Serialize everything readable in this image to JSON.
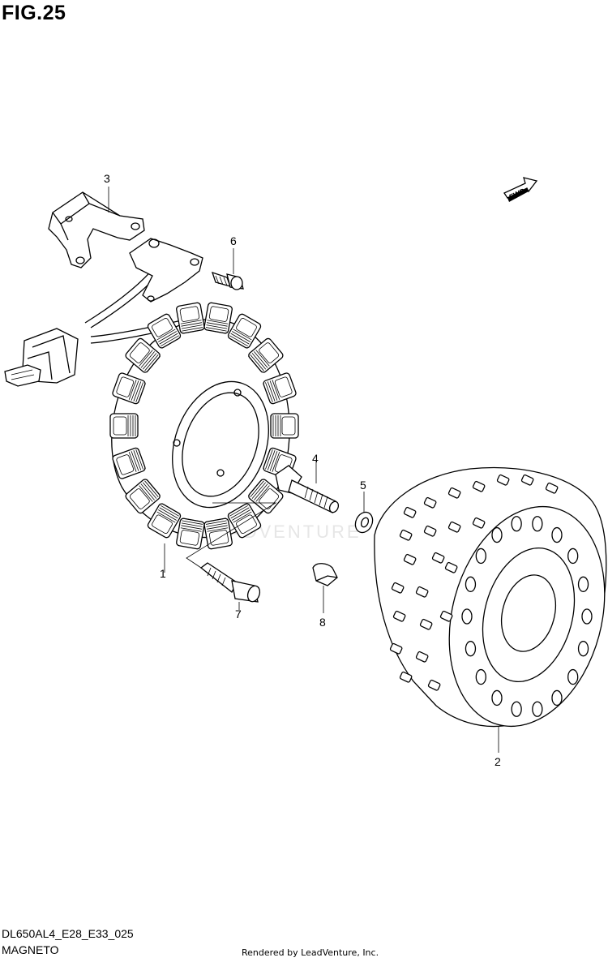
{
  "figure": {
    "title": "FIG.25",
    "fwd_label": "FWD",
    "watermark": "LEADVENTURE"
  },
  "callouts": [
    {
      "label": "1",
      "part": "stator"
    },
    {
      "label": "2",
      "part": "rotor"
    },
    {
      "label": "3",
      "part": "bracket"
    },
    {
      "label": "4",
      "part": "bolt"
    },
    {
      "label": "5",
      "part": "washer"
    },
    {
      "label": "6",
      "part": "bolt"
    },
    {
      "label": "7",
      "part": "bolt"
    },
    {
      "label": "8",
      "part": "key"
    }
  ],
  "footer": {
    "model_code": "DL650AL4_E28_E33_025",
    "section_name": "MAGNETO",
    "rendered_by": "Rendered by LeadVenture, Inc."
  }
}
